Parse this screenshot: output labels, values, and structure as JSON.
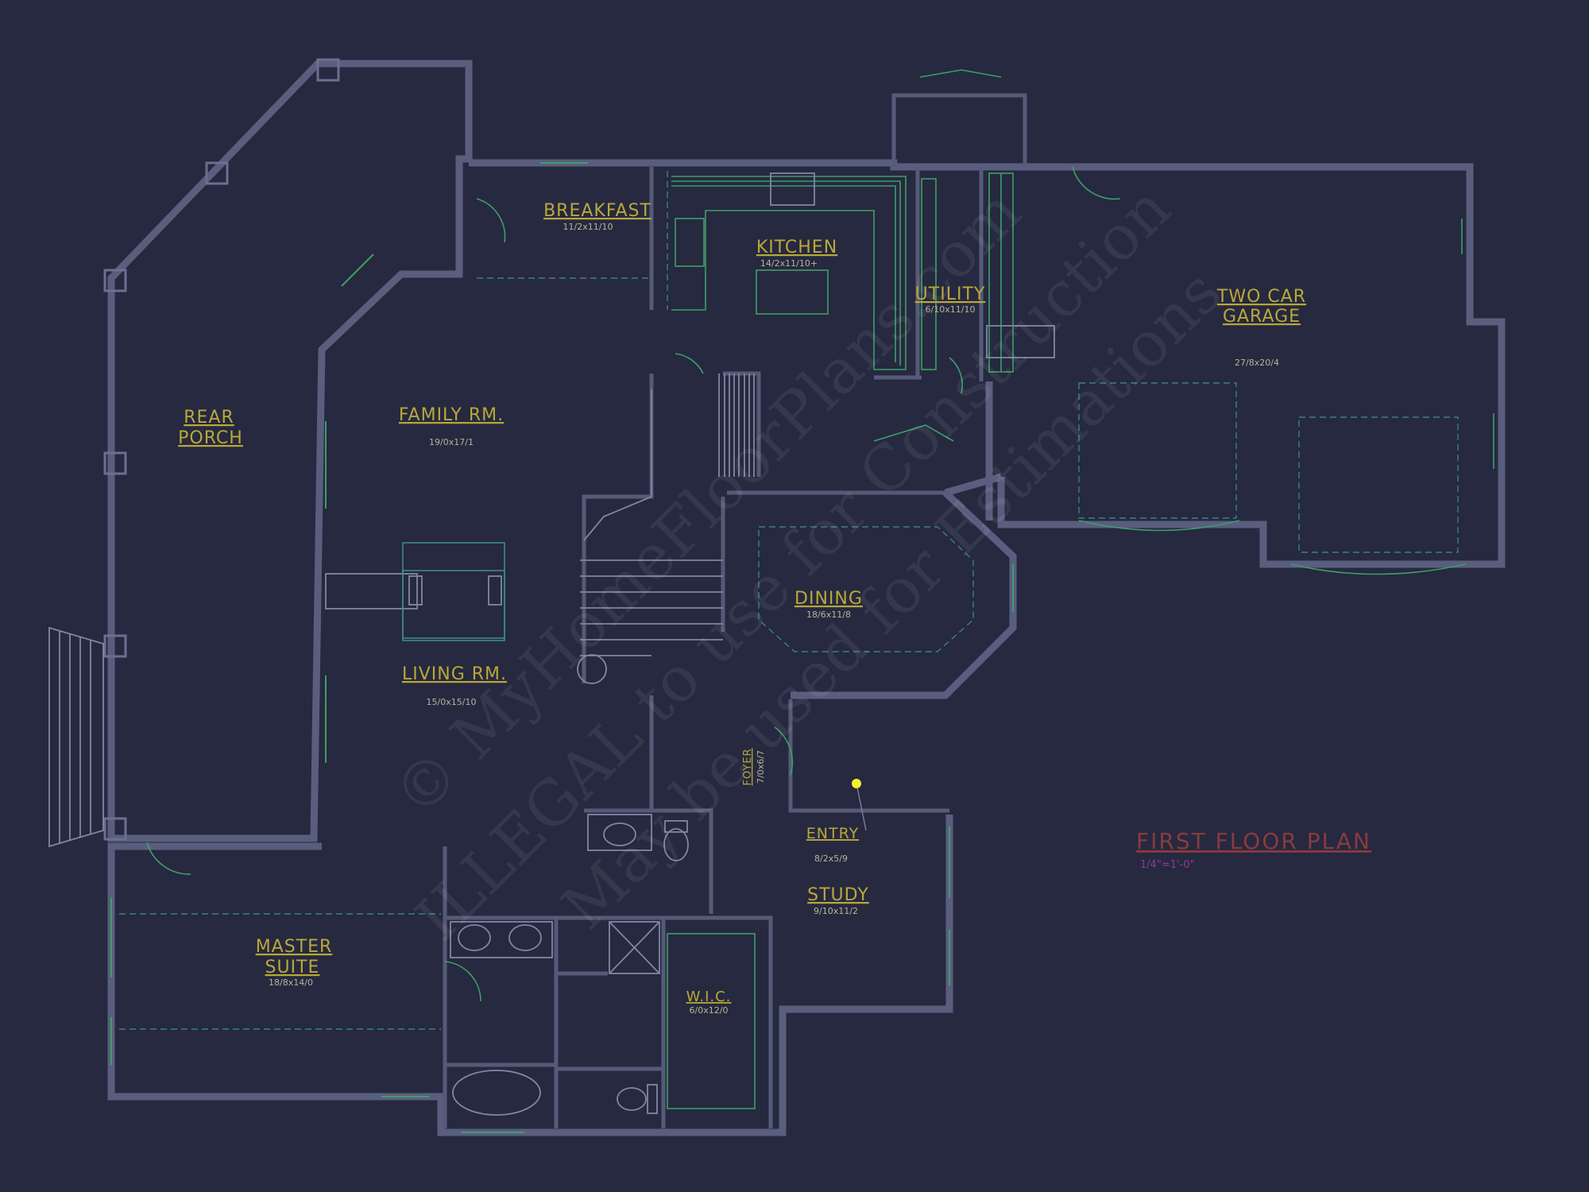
{
  "rooms": {
    "breakfast": {
      "title": "BREAKFAST",
      "dims": "11/2x11/10"
    },
    "kitchen": {
      "title": "KITCHEN",
      "dims": "14/2x11/10+"
    },
    "utility": {
      "title": "UTILITY",
      "dims": "6/10x11/10"
    },
    "garage": {
      "title_line1": "TWO CAR",
      "title_line2": "GARAGE",
      "dims": "27/8x20/4"
    },
    "rear_porch": {
      "title_line1": "REAR",
      "title_line2": "PORCH"
    },
    "family": {
      "title": "FAMILY RM.",
      "dims": "19/0x17/1"
    },
    "dining": {
      "title": "DINING",
      "dims": "18/6x11/8"
    },
    "living": {
      "title": "LIVING RM.",
      "dims": "15/0x15/10"
    },
    "foyer": {
      "title": "FOYER",
      "dims": "7/0x6/7"
    },
    "entry": {
      "title": "ENTRY",
      "dims": "8/2x5/9"
    },
    "study": {
      "title": "STUDY",
      "dims": "9/10x11/2"
    },
    "master": {
      "title_line1": "MASTER",
      "title_line2": "SUITE",
      "dims": "18/8x14/0"
    },
    "wic": {
      "title": "W.I.C.",
      "dims": "6/0x12/0"
    }
  },
  "plan": {
    "title": "FIRST FLOOR PLAN",
    "scale": "1/4\"=1'-0\""
  },
  "watermark": {
    "line1": "© MyHomeFloorPlans.com",
    "line2": "ILLEGAL to use for Construction",
    "line3": "May be used for Estimations"
  },
  "colors": {
    "background": "#26293f",
    "walls": "#5a5e7e",
    "room_labels": "#b9a83a",
    "plan_title": "#8a3a3e",
    "marker": "#f5f02a"
  }
}
